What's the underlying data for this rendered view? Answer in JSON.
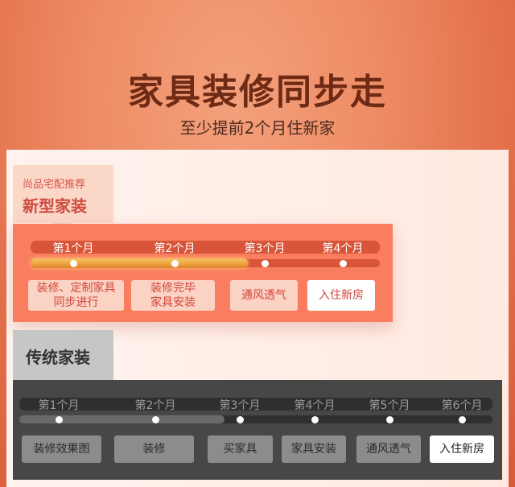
{
  "header": {
    "title": "家具装修同步走",
    "subtitle": "至少提前2个月住新家"
  },
  "new_style": {
    "tag_small": "尚品宅配推荐",
    "tag_big": "新型家装",
    "months": [
      "第1个月",
      "第2个月",
      "第3个月",
      "第4个月"
    ],
    "progress_months_completed": 2,
    "steps": [
      {
        "label": "装修、定制家具\n同步进行"
      },
      {
        "label": "装修完毕\n家具安装"
      },
      {
        "label": "通风透气"
      },
      {
        "label": "入住新房"
      }
    ],
    "colors": {
      "box": "#f97d5e",
      "track": "#d8553a",
      "progress": "#f0a035",
      "step_bg": "#fbd3c4"
    }
  },
  "traditional": {
    "tag_big": "传统家装",
    "months": [
      "第1个月",
      "第2个月",
      "第3个月",
      "第4个月",
      "第5个月",
      "第6个月"
    ],
    "progress_months_completed": 2,
    "steps": [
      {
        "label": "装修效果图"
      },
      {
        "label": "装修"
      },
      {
        "label": "买家具"
      },
      {
        "label": "家具安装"
      },
      {
        "label": "通风透气"
      },
      {
        "label": "入住新房"
      }
    ],
    "colors": {
      "box": "#474747",
      "track": "#2f2f2f",
      "progress": "#6a6a6a",
      "step_bg": "#8c8c8c"
    }
  }
}
